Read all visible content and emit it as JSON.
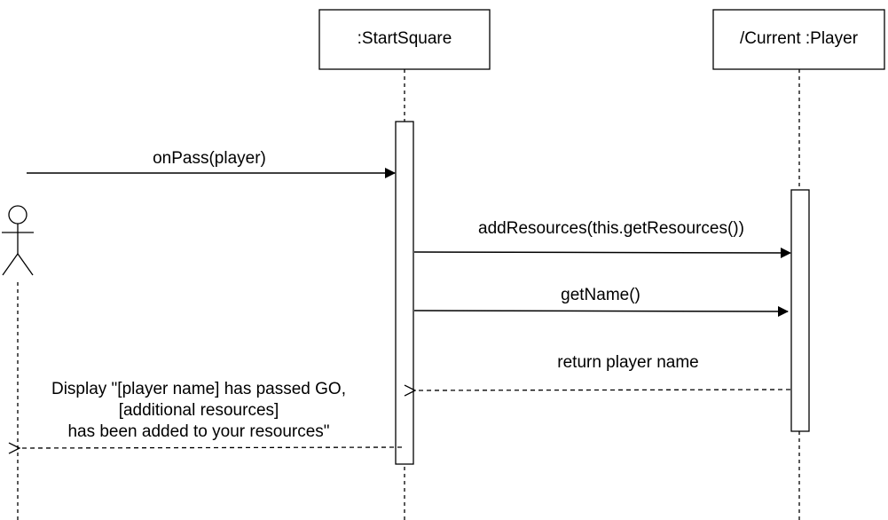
{
  "participants": {
    "start_square": ":StartSquare",
    "current_player": "/Current :Player"
  },
  "messages": {
    "on_pass": "onPass(player)",
    "add_resources": "addResources(this.getResources())",
    "get_name": "getName()",
    "return_name": "return player name",
    "display_line1": "Display \"[player name] has passed GO,",
    "display_line2": "[additional resources]",
    "display_line3": "has been added to your resources\""
  }
}
